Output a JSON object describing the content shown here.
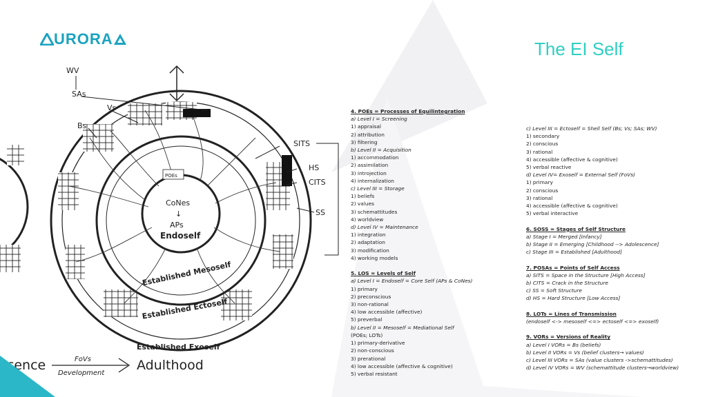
{
  "header": {
    "logo_text": "URORA",
    "logo_lettermark": "A",
    "title": "The EI Self"
  },
  "diagram": {
    "labels": {
      "wv": "WV",
      "sas": "SAs",
      "vs": "Vs",
      "bs": "Bs",
      "sits": "SITS",
      "hs": "HS",
      "cits": "CITS",
      "ss": "SS",
      "poes": "POEs",
      "cones": "CoNes",
      "arrow": "↓",
      "aps": "APs",
      "endoself": "Endoself",
      "mesoself": "Established Mesoself",
      "ectoself": "Established Ectoself",
      "exoself": "Established Exoself",
      "adolescence": "scence",
      "fovs": "FoVs",
      "development": "Development",
      "adulthood": "Adulthood"
    }
  },
  "notes_left": [
    {
      "t": "4. POEs = Processes of Equilintegration",
      "c": "h"
    },
    {
      "t": "a) Level I = Screening",
      "c": "i"
    },
    {
      "t": "1) appraisal",
      "c": ""
    },
    {
      "t": "2) attribution",
      "c": ""
    },
    {
      "t": "3) filtering",
      "c": ""
    },
    {
      "t": "b) Level II = Acquisition",
      "c": "i"
    },
    {
      "t": "1) accommodation",
      "c": ""
    },
    {
      "t": "2) assimilation",
      "c": ""
    },
    {
      "t": "3) introjection",
      "c": ""
    },
    {
      "t": "4) internalization",
      "c": ""
    },
    {
      "t": "c) Level III = Storage",
      "c": "i"
    },
    {
      "t": "1) beliefs",
      "c": ""
    },
    {
      "t": "2) values",
      "c": ""
    },
    {
      "t": "3) schemattitudes",
      "c": ""
    },
    {
      "t": "4) worldview",
      "c": ""
    },
    {
      "t": "d) Level IV = Maintenance",
      "c": "i"
    },
    {
      "t": "1) integration",
      "c": ""
    },
    {
      "t": "2) adaptation",
      "c": ""
    },
    {
      "t": "3) modification",
      "c": ""
    },
    {
      "t": "4) working models",
      "c": ""
    },
    {
      "t": "",
      "c": ""
    },
    {
      "t": "5. LOS = Levels of Self",
      "c": "h"
    },
    {
      "t": "a) Level I = Endoself = Core Self (APs & CoNes)",
      "c": "i"
    },
    {
      "t": "1) primary",
      "c": ""
    },
    {
      "t": "2) preconscious",
      "c": ""
    },
    {
      "t": "3) non-rational",
      "c": ""
    },
    {
      "t": "4) low accessible (affective)",
      "c": ""
    },
    {
      "t": "5) preverbal",
      "c": ""
    },
    {
      "t": "b) Level II = Mesoself = Mediational Self",
      "c": "i"
    },
    {
      "t": "(POEs; LOTs)",
      "c": ""
    },
    {
      "t": "1) primary-derivative",
      "c": ""
    },
    {
      "t": "2) non-conscious",
      "c": ""
    },
    {
      "t": "3) prerational",
      "c": ""
    },
    {
      "t": "4) low accessible (affective & cognitive)",
      "c": ""
    },
    {
      "t": "5) verbal resistant",
      "c": ""
    }
  ],
  "notes_right": [
    {
      "t": "c) Level III = Ectoself = Shell Self (Bs; Vs; SAs; WV)",
      "c": "i"
    },
    {
      "t": "1) secondary",
      "c": ""
    },
    {
      "t": "2) conscious",
      "c": ""
    },
    {
      "t": "3) rational",
      "c": ""
    },
    {
      "t": "4) accessible (affective & cognitive)",
      "c": ""
    },
    {
      "t": "5) verbal reactive",
      "c": ""
    },
    {
      "t": "d) Level IV= Exoself = External Self (FoVs)",
      "c": "i"
    },
    {
      "t": "1) primary",
      "c": ""
    },
    {
      "t": "2) conscious",
      "c": ""
    },
    {
      "t": "3) rational",
      "c": ""
    },
    {
      "t": "4) accessible (affective & cognitive)",
      "c": ""
    },
    {
      "t": "5) verbal interactive",
      "c": ""
    },
    {
      "t": "",
      "c": ""
    },
    {
      "t": "6. SOSS = Stages of Self Structure",
      "c": "h"
    },
    {
      "t": "a) Stage I =   Merged          [Infancy]",
      "c": "i"
    },
    {
      "t": "b) Stage II = Emerging       [Childhood --> Adolescence]",
      "c": "i"
    },
    {
      "t": "c) Stage III = Established   [Adulthood]",
      "c": "i"
    },
    {
      "t": "",
      "c": ""
    },
    {
      "t": "7. POSAs = Points of Self Access",
      "c": "h"
    },
    {
      "t": "a) SITS = Space in the Structure     [High Access]",
      "c": "i"
    },
    {
      "t": "b) CITS = Crack in the Structure",
      "c": "i"
    },
    {
      "t": "c) SS     = Soft Structure",
      "c": "i"
    },
    {
      "t": "d) HS     = Hard Structure                [Low Access]",
      "c": "i"
    },
    {
      "t": "",
      "c": ""
    },
    {
      "t": "8. LOTs = Lines of Transmission",
      "c": "h"
    },
    {
      "t": "(endoself <-> mesoself <=> ectoself <=> exoself)",
      "c": "i"
    },
    {
      "t": "",
      "c": ""
    },
    {
      "t": "9. VORs = Versions of Reality",
      "c": "h"
    },
    {
      "t": "a) Level I VORs = Bs (beliefs)",
      "c": "i"
    },
    {
      "t": "b) Level II VORs = Vs (belief clusters→ values)",
      "c": "i"
    },
    {
      "t": "c) Level III VORs = SAs  (value clusters ->schemattitudes)",
      "c": "i"
    },
    {
      "t": "d) Level IV VORs = WV (schemattitude clusters→worldview)",
      "c": "i"
    }
  ],
  "colors": {
    "brand": "#1aa3c0",
    "title": "#2ecfc2",
    "triangle": "#f0f0f2"
  }
}
